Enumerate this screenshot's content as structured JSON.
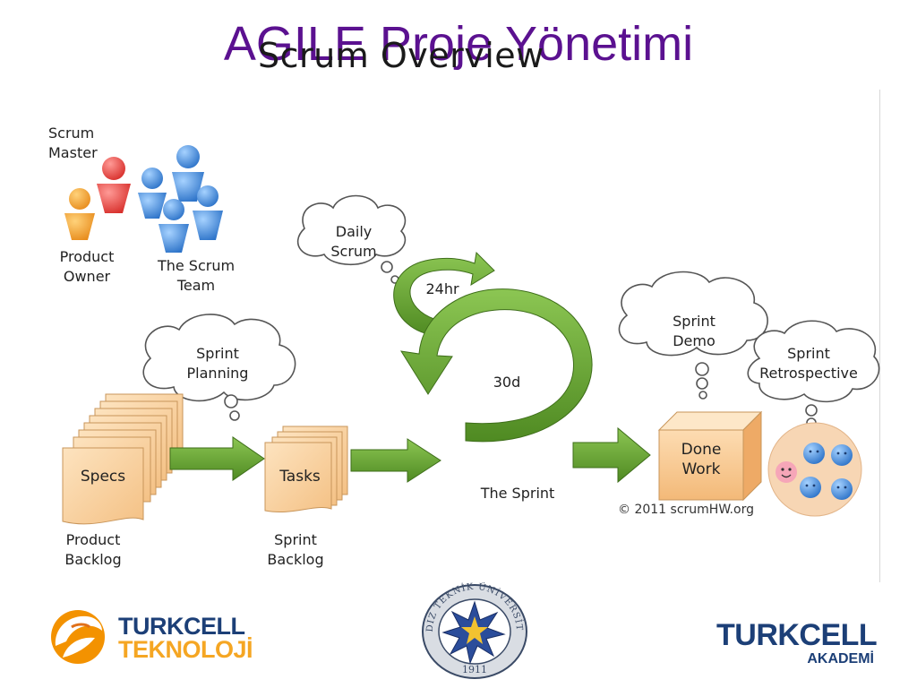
{
  "slide": {
    "title": "AGILE Proje Yönetimi"
  },
  "diagram": {
    "heading": "Scrum Overview",
    "roles": {
      "scrum_master": [
        "Scrum",
        "Master"
      ],
      "product_owner": [
        "Product",
        "Owner"
      ],
      "scrum_team": [
        "The Scrum",
        "Team"
      ]
    },
    "clouds": {
      "daily_scrum": [
        "Daily",
        "Scrum"
      ],
      "sprint_planning": [
        "Sprint",
        "Planning"
      ],
      "sprint_demo": [
        "Sprint",
        "Demo"
      ],
      "sprint_retrospective": [
        "Sprint",
        "Retrospective"
      ]
    },
    "cycle": {
      "daily": "24hr",
      "sprint_length": "30d",
      "sprint_label": "The Sprint"
    },
    "artifacts": {
      "specs": "Specs",
      "tasks": "Tasks",
      "done_work": [
        "Done",
        "Work"
      ],
      "product_backlog": [
        "Product",
        "Backlog"
      ],
      "sprint_backlog": [
        "Sprint",
        "Backlog"
      ]
    },
    "copyright": "© 2011 scrumHW.org",
    "colors": {
      "arrow_green": "#6fa832",
      "paper": "#f9d6a8",
      "person_blue": "#4a8fd8",
      "person_red": "#e8433f",
      "person_orange": "#f0a030"
    }
  },
  "footer": {
    "left_logo": {
      "line1": "TURKCELL",
      "line2": "TEKNOLOJİ"
    },
    "center_seal": {
      "ring_text": "YILDIZ TEKNİK ÜNİVERSİTESİ",
      "year": "1911"
    },
    "right_logo": {
      "line1": "TURKCELL",
      "line2": "AKADEMİ"
    }
  }
}
